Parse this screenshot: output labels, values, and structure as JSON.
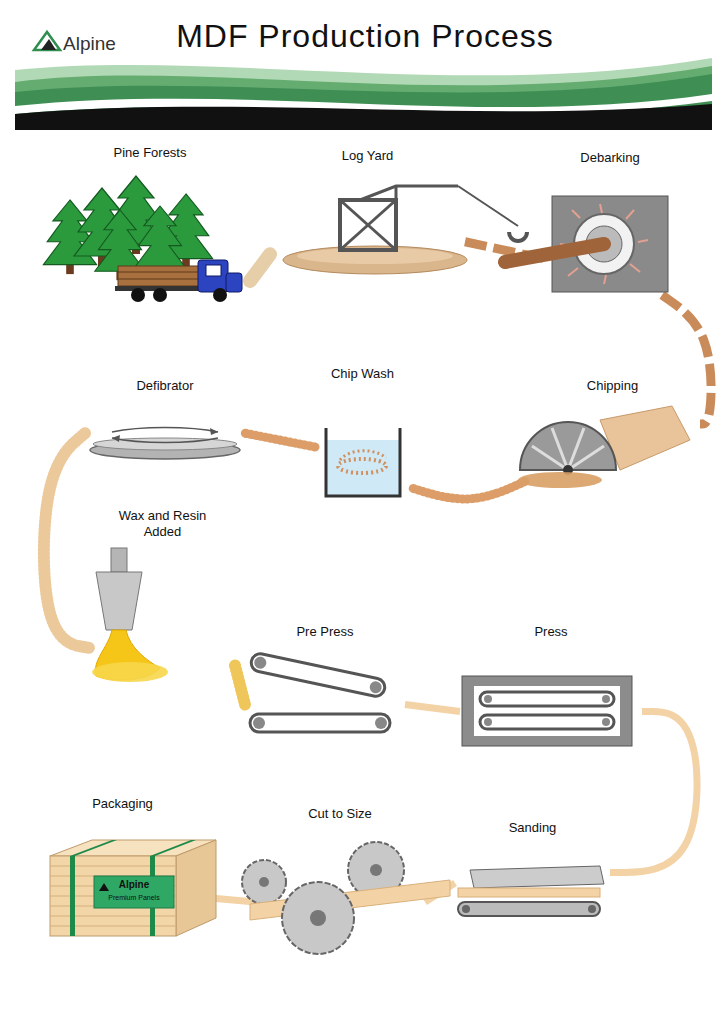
{
  "diagram": {
    "title": "MDF Production Process",
    "nodes": [
      {
        "text": [
          "Pine Forests"
        ]
      },
      {
        "text": [
          "Log Yard"
        ]
      },
      {
        "text": [
          "Debarking"
        ]
      },
      {
        "text": [
          "Chipping"
        ]
      },
      {
        "text": [
          "Chip Wash"
        ]
      },
      {
        "text": [
          "Defibrator"
        ]
      },
      {
        "text": [
          "Wax and Resin Added"
        ]
      },
      {
        "text": [
          "Pre Press"
        ]
      },
      {
        "text": [
          "Press"
        ]
      },
      {
        "text": [
          "Sanding"
        ]
      },
      {
        "text": [
          "Cut to Size"
        ]
      },
      {
        "text": [
          "Packaging"
        ]
      }
    ],
    "edges": [
      {
        "from": 0,
        "to": 1,
        "arrow": "none"
      },
      {
        "from": 1,
        "to": 2,
        "arrow": "none"
      },
      {
        "from": 2,
        "to": 3,
        "arrow": "none"
      },
      {
        "from": 3,
        "to": 4,
        "arrow": "none"
      },
      {
        "from": 4,
        "to": 5,
        "arrow": "none"
      },
      {
        "from": 5,
        "to": 6,
        "arrow": "none"
      },
      {
        "from": 6,
        "to": 7,
        "arrow": "none"
      },
      {
        "from": 7,
        "to": 8,
        "arrow": "none"
      },
      {
        "from": 8,
        "to": 9,
        "arrow": "none"
      },
      {
        "from": 9,
        "to": 10,
        "arrow": "none"
      },
      {
        "from": 10,
        "to": 11,
        "arrow": "none"
      }
    ],
    "labels": [
      "Alpine",
      "Alpine",
      "Premium Panels"
    ]
  }
}
